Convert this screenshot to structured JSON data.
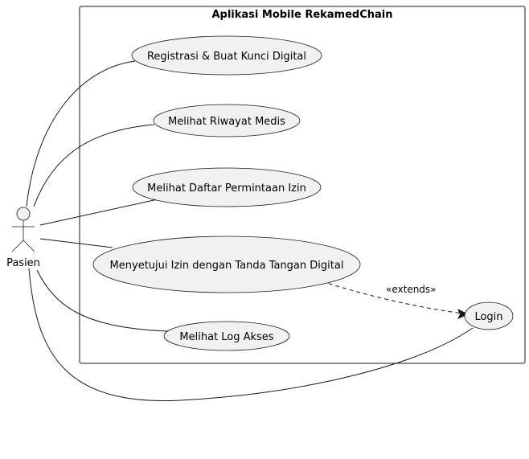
{
  "system": {
    "title": "Aplikasi Mobile RekamedChain"
  },
  "actor": {
    "name": "Pasien"
  },
  "use_cases": {
    "registrasi": "Registrasi & Buat Kunci Digital",
    "riwayat": "Melihat Riwayat Medis",
    "daftar_izin": "Melihat Daftar Permintaan Izin",
    "setujui_izin": "Menyetujui Izin dengan Tanda Tangan Digital",
    "log_akses": "Melihat Log Akses",
    "login": "Login"
  },
  "relations": {
    "extends_label": "«extends»"
  },
  "colors": {
    "use_case_fill": "#f1f1f1",
    "line": "#181818"
  }
}
